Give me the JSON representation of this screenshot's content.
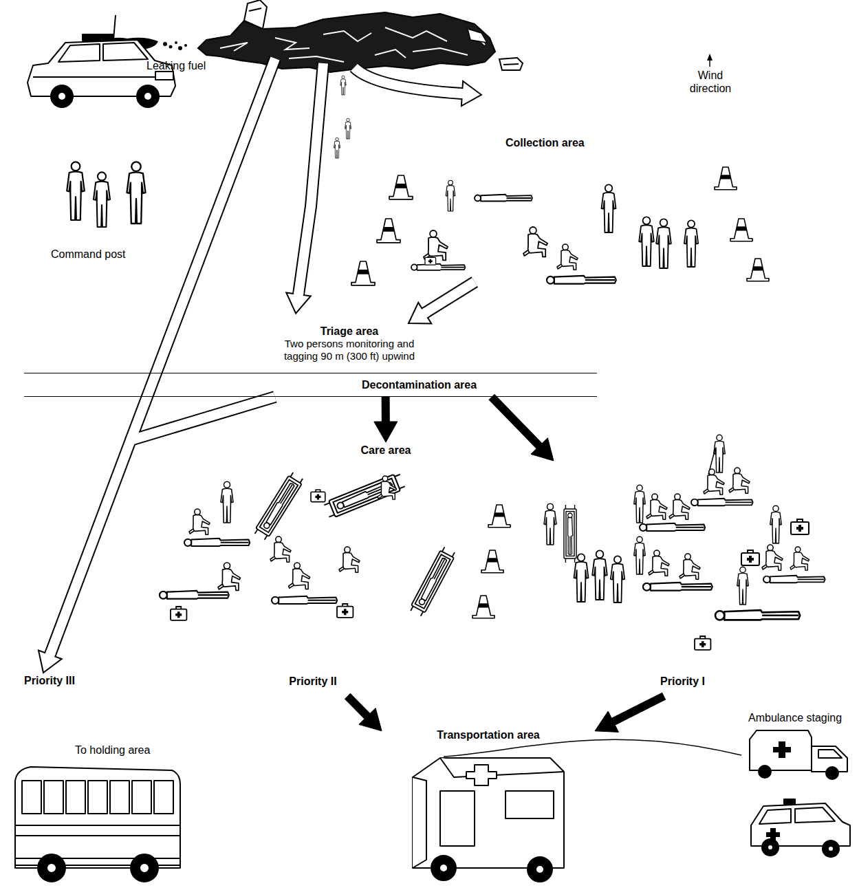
{
  "diagram": {
    "nodes": [
      {
        "text": [
          "Collection area"
        ]
      },
      {
        "text": [
          "Triage area",
          "Two persons monitoring and tagging 90 m (300 ft) upwind"
        ]
      },
      {
        "text": [
          "Decontamination area"
        ]
      },
      {
        "text": [
          "Care area"
        ]
      },
      {
        "text": [
          "Priority III"
        ]
      },
      {
        "text": [
          "Priority II"
        ]
      },
      {
        "text": [
          "Priority I"
        ]
      },
      {
        "text": [
          "Transportation area"
        ]
      }
    ],
    "edges": [
      {
        "from": 0,
        "to": 1,
        "arrow": "to"
      },
      {
        "from": 2,
        "to": 3,
        "arrow": "to"
      },
      {
        "from": 2,
        "to": 6,
        "arrow": "to"
      },
      {
        "from": 2,
        "to": 4,
        "arrow": "to"
      },
      {
        "from": 5,
        "to": 7,
        "arrow": "to"
      },
      {
        "from": 6,
        "to": 7,
        "arrow": "to"
      }
    ],
    "labels": [
      "Leaking fuel",
      "Wind direction",
      "Command post",
      "Ambulance staging",
      "To holding area"
    ]
  }
}
